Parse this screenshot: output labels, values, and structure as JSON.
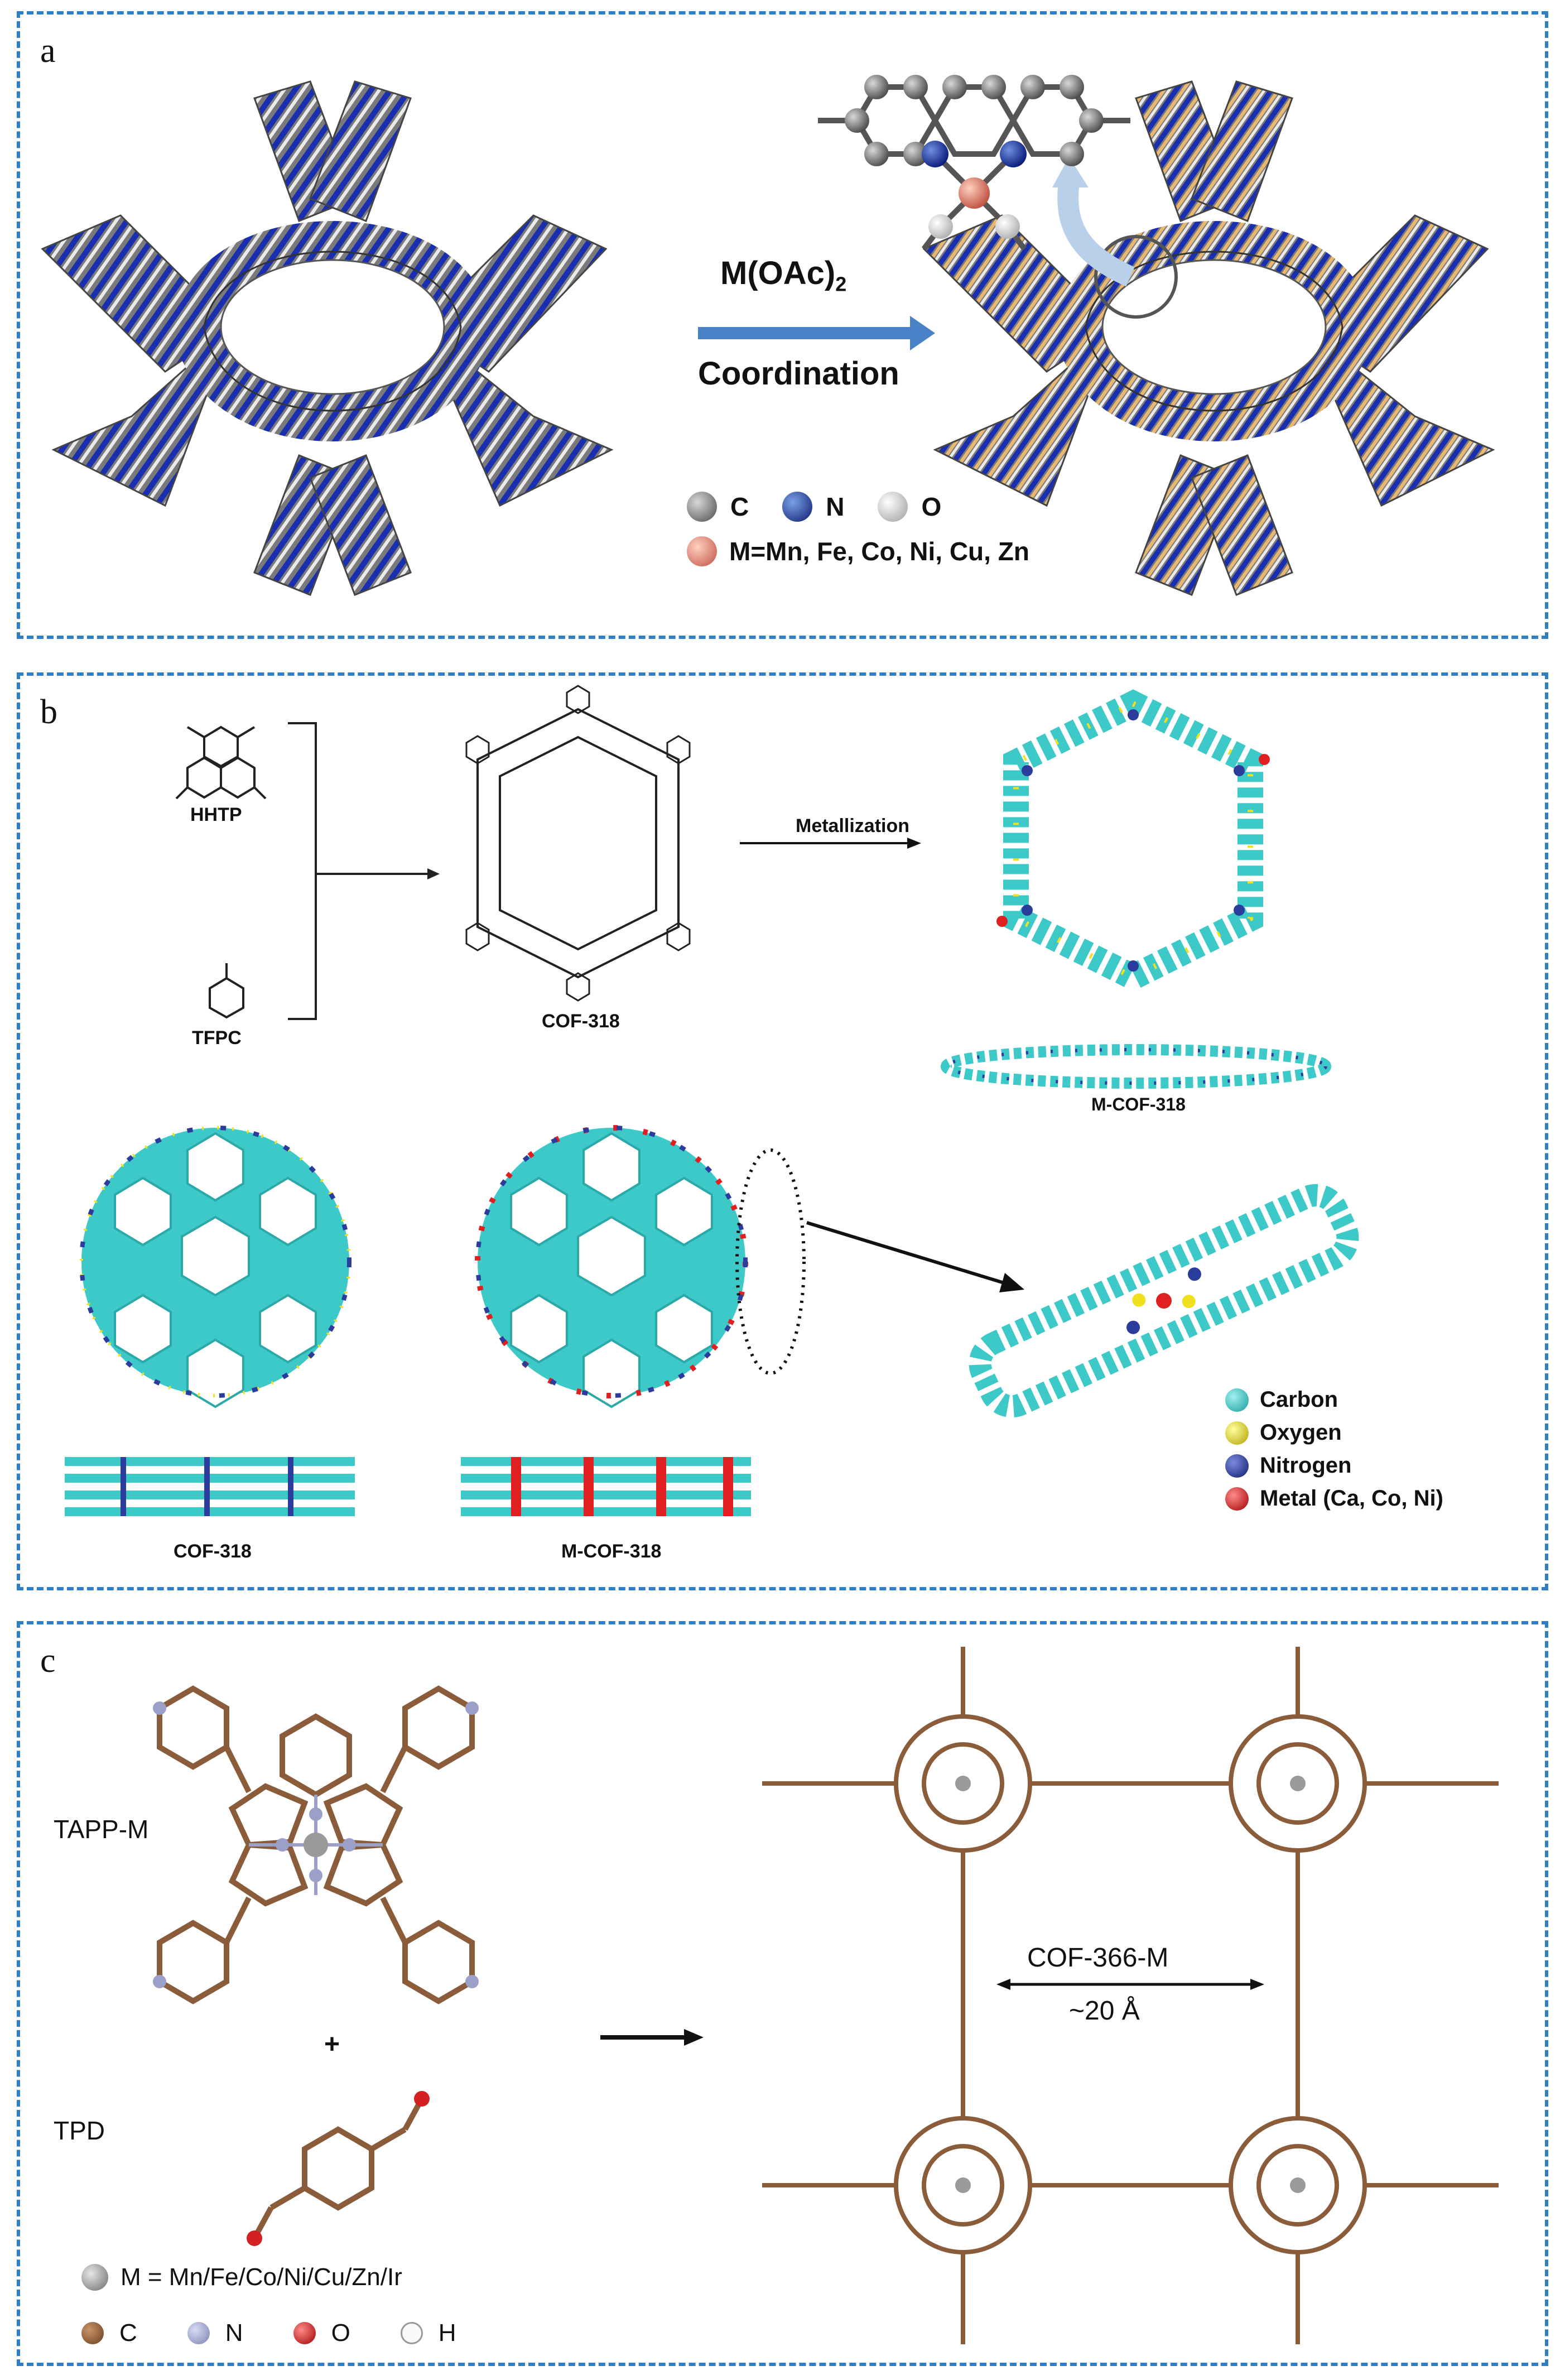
{
  "panel_a": {
    "letter": "a",
    "arrow_top": "M(OAc)",
    "arrow_top_sub": "2",
    "arrow_bottom": "Coordination",
    "legend_elements": [
      {
        "label": "C",
        "color": "#5a5a5a"
      },
      {
        "label": "N",
        "color": "#1f3f8a"
      },
      {
        "label": "O",
        "color": "#e8e8e8"
      }
    ],
    "legend_metal": {
      "label": "M=Mn, Fe, Co, Ni, Cu, Zn",
      "color": "#e8907a"
    }
  },
  "panel_b": {
    "letter": "b",
    "monomer_1": "HHTP",
    "monomer_2": "TFPC",
    "framework_label": "COF-318",
    "arrow_label": "Metallization",
    "metallized_label": "M-COF-318",
    "bottom_left_label": "COF-318",
    "bottom_middle_label": "M-COF-318",
    "legend": [
      {
        "label": "Carbon",
        "color": "#3ec9c9"
      },
      {
        "label": "Oxygen",
        "color": "#f0e020"
      },
      {
        "label": "Nitrogen",
        "color": "#2c3c9c"
      },
      {
        "label": "Metal (Ca, Co, Ni)",
        "color": "#e02020"
      }
    ]
  },
  "panel_c": {
    "letter": "c",
    "precursor_1": "TAPP-M",
    "plus": "+",
    "precursor_2": "TPD",
    "product_label": "COF-366-M",
    "pore_size": "~20 Å",
    "metal_legend": {
      "label": "M = Mn/Fe/Co/Ni/Cu/Zn/Ir",
      "color": "#9a9a9a"
    },
    "element_legend": [
      {
        "label": "C",
        "color": "#8a5c3a"
      },
      {
        "label": "N",
        "color": "#9aa0c8"
      },
      {
        "label": "O",
        "color": "#d42020"
      },
      {
        "label": "H",
        "color": "#f4f4f4"
      }
    ]
  }
}
